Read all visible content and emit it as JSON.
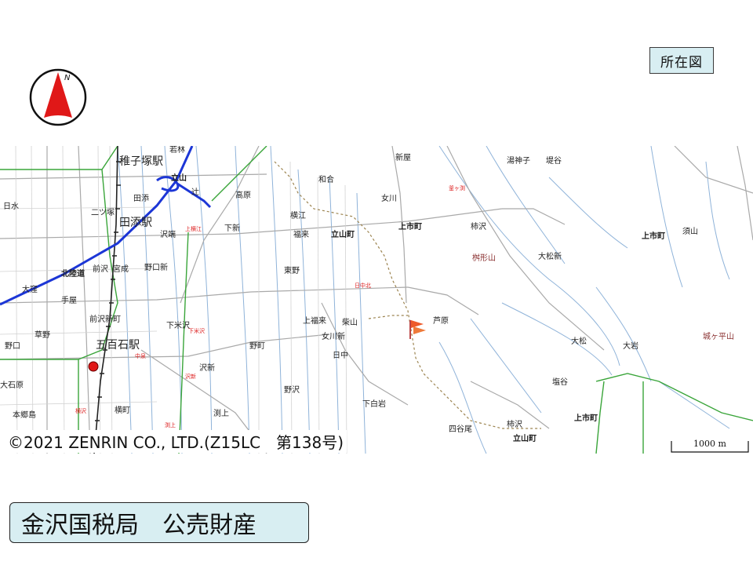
{
  "header": {
    "location_map_label": "所在図"
  },
  "compass": {
    "north_letter": "N"
  },
  "map": {
    "copyright": "©2021 ZENRIN CO., LTD.(Z15LC　第138号)",
    "scale_label": "1000 m",
    "place_labels": {
      "shiiko_station": "稚子塚駅",
      "wakabayashi": "若林",
      "tatsuyama_top": "立山",
      "ko": "辻",
      "wago": "和合",
      "shinya": "新屋",
      "yugamiko": "湯神子",
      "tsutsumidani": "堤谷",
      "hishinaga": "二ツ塚",
      "tazoe": "田添",
      "takahara": "高原",
      "onnagawa": "女川",
      "hinomizu": "日水",
      "tazoe_station": "田添駅",
      "yokoe": "横江",
      "fukurai": "福来",
      "tateyama_town": "立山町",
      "kamiichi_town": "上市町",
      "kakizawa": "柿沢",
      "kamiichi_east": "上市町",
      "suyama": "須山",
      "sawabata": "沢端",
      "shimoshin": "下新",
      "hokuriku_road": "北陸道",
      "maesawa": "前沢",
      "miyanari": "宮成",
      "noguchishin": "野口新",
      "higashino": "東野",
      "kurikawa_yama": "桝形山",
      "omatsushin": "大松新",
      "okubo": "大窪",
      "teya": "手屋",
      "maesawa_shinmachi": "前沢新町",
      "shimoyonezawa": "下米沢",
      "kamifukurai": "上福来",
      "shibayama": "柴山",
      "kusano": "草野",
      "noguchi": "野口",
      "gohyakkoku_station": "五百石駅",
      "nomachi": "野町",
      "onnagawa_shin": "女川新",
      "hinaka": "日中",
      "omatsu": "大松",
      "oiwa": "大岩",
      "jogahira_yama": "城ヶ平山",
      "sawashin": "沢新",
      "shioya": "塩谷",
      "oishihara": "大石原",
      "nozawa": "野沢",
      "hommyojima": "本郷島",
      "yokomachi": "横町",
      "fuchikami": "渕上",
      "shimoshiroiwa": "下白岩",
      "yotsuyao": "四谷尾",
      "kakizawa_south": "柿沢",
      "tateyama_south": "立山町",
      "kamiichi_south": "上市町",
      "red_hinaka_kita": "日中北",
      "red_nakagawa": "中泉",
      "red_shimoichi": "釜ヶ渕",
      "red_jinsuke": "沢新",
      "red_kamiyokoe": "上横江",
      "red_gofuku": "下米沢",
      "red_hata": "横沢",
      "red_honmachi": "渕上",
      "ashihara": "芦原"
    }
  }
}
